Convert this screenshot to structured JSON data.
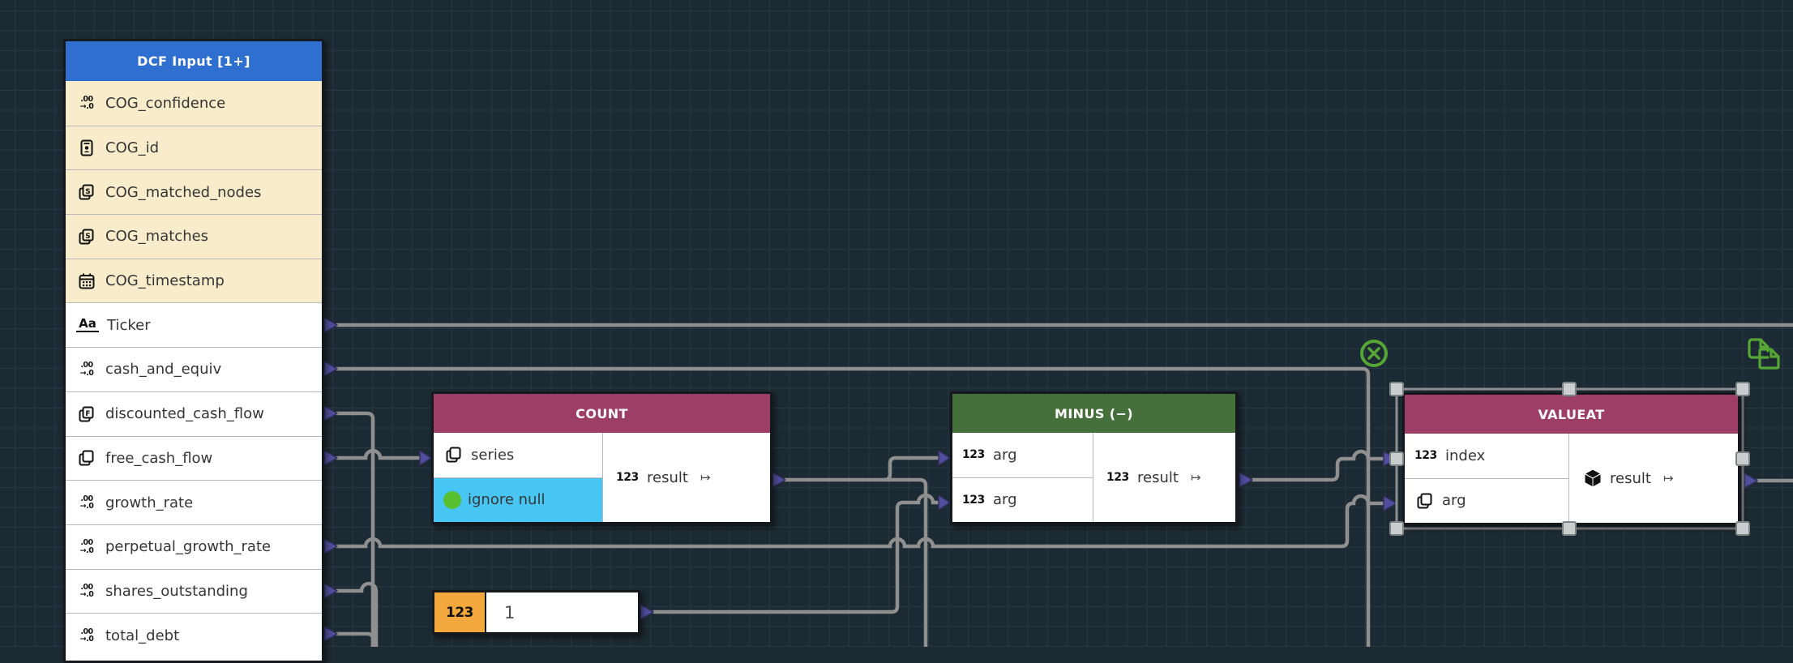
{
  "colors": {
    "background": "#1c2a33",
    "grid_line": "#273844",
    "wire": "#8f8f8f",
    "port_purple": "#514e9e",
    "header_blue": "#2f6fd0",
    "header_maroon": "#9d3e66",
    "header_green": "#45703c",
    "row_cream": "#f8ecca",
    "row_white": "#ffffff",
    "row_highlight_cyan": "#48c6f3",
    "dot_green": "#58c02e",
    "literal_orange": "#f3a83e",
    "accent_green": "#55a634",
    "selection_handle": "#c9cdcd"
  },
  "icons": {
    "number_label": "123",
    "out_arrow": "↦",
    "decimal_top": ".00",
    "decimal_bottom": "→.0",
    "text_icon": "Aa",
    "stack_s_letter": "S",
    "stack_f_letter": "F"
  },
  "nodes": {
    "dcf": {
      "title": "DCF Input [1+]",
      "fields": [
        {
          "label": "COG_confidence",
          "icon": "decimal-number-icon",
          "tone": "cream"
        },
        {
          "label": "COG_id",
          "icon": "id-card-icon",
          "tone": "cream"
        },
        {
          "label": "COG_matched_nodes",
          "icon": "copies-s-icon",
          "tone": "cream"
        },
        {
          "label": "COG_matches",
          "icon": "copies-s-icon",
          "tone": "cream"
        },
        {
          "label": "COG_timestamp",
          "icon": "calendar-icon",
          "tone": "cream"
        },
        {
          "label": "Ticker",
          "icon": "text-aa-icon",
          "tone": "white"
        },
        {
          "label": "cash_and_equiv",
          "icon": "decimal-number-icon",
          "tone": "white"
        },
        {
          "label": "discounted_cash_flow",
          "icon": "copies-f-icon",
          "tone": "white"
        },
        {
          "label": "free_cash_flow",
          "icon": "copies-icon",
          "tone": "white"
        },
        {
          "label": "growth_rate",
          "icon": "decimal-number-icon",
          "tone": "white"
        },
        {
          "label": "perpetual_growth_rate",
          "icon": "decimal-number-icon",
          "tone": "white"
        },
        {
          "label": "shares_outstanding",
          "icon": "decimal-number-icon",
          "tone": "white"
        },
        {
          "label": "total_debt",
          "icon": "decimal-number-icon",
          "tone": "white"
        }
      ]
    },
    "count": {
      "title": "COUNT",
      "inputs": [
        {
          "label": "series",
          "icon": "copies-icon"
        },
        {
          "label": "ignore null",
          "icon": "green-dot-icon",
          "highlighted": true
        }
      ],
      "output": {
        "label": "result",
        "icon": "number-123-icon"
      }
    },
    "minus": {
      "title": "MINUS (−)",
      "inputs": [
        {
          "label": "arg",
          "icon": "number-123-icon"
        },
        {
          "label": "arg",
          "icon": "number-123-icon"
        }
      ],
      "output": {
        "label": "result",
        "icon": "number-123-icon"
      }
    },
    "valueat": {
      "title": "VALUEAT",
      "selected": true,
      "inputs": [
        {
          "label": "index",
          "icon": "number-123-icon"
        },
        {
          "label": "arg",
          "icon": "copies-icon"
        }
      ],
      "output": {
        "label": "result",
        "icon": "cube-icon"
      }
    },
    "literal": {
      "type_label": "123",
      "value": "1"
    }
  },
  "floating": {
    "delete_wire_button": "circle-x-icon",
    "duplicate_button": "copy-pages-icon"
  }
}
